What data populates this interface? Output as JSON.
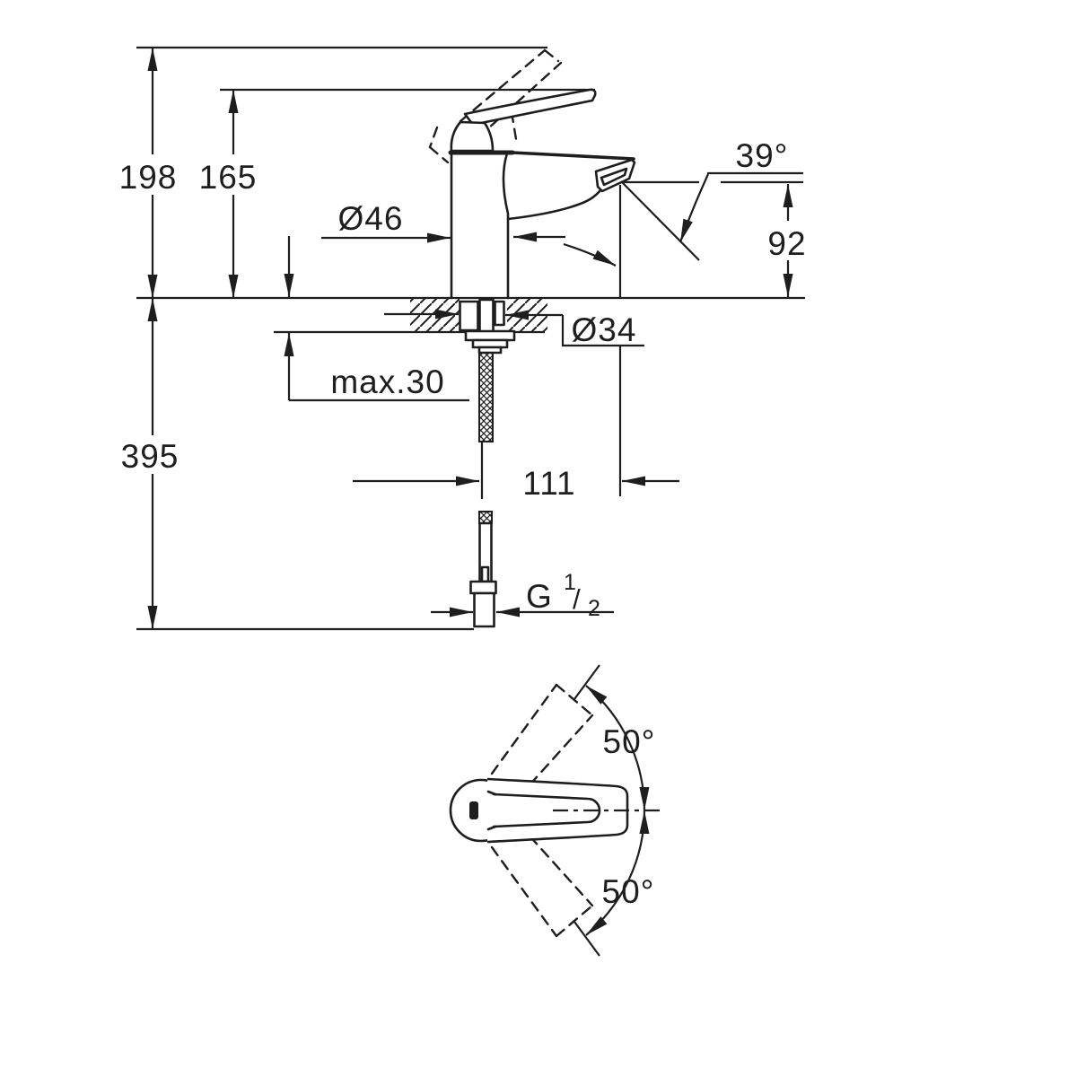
{
  "side_view": {
    "dim_total_height": "198",
    "dim_handle_height": "165",
    "dim_body_diameter": "Ø46",
    "dim_spout_angle": "39°",
    "dim_outlet_height": "92",
    "dim_hole_diameter": "Ø34",
    "dim_max_deck_thickness": "max.30",
    "dim_hose_length": "395",
    "dim_spout_reach": "111",
    "thread_label": {
      "prefix": "G",
      "numerator": "1",
      "slash": "/",
      "denominator": "2"
    }
  },
  "top_view": {
    "dim_handle_swivel_upper": "50°",
    "dim_handle_swivel_lower": "50°"
  }
}
